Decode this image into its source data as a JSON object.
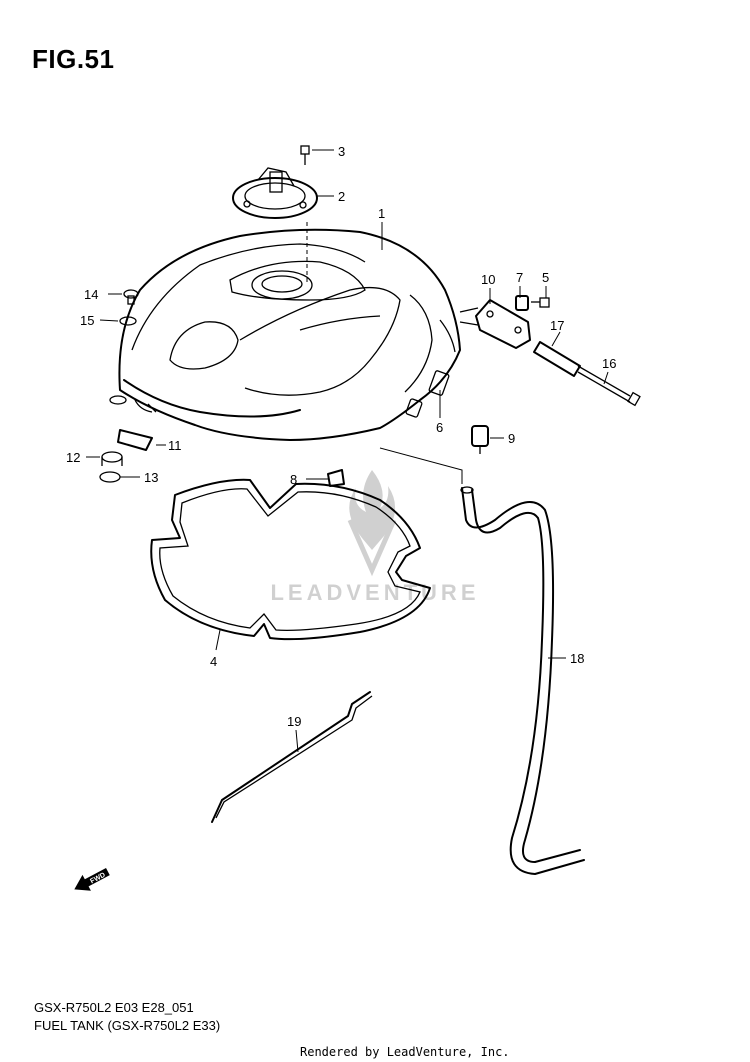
{
  "figure": {
    "title": "FIG.51",
    "watermark": "LEADVENTURE",
    "direction_label": "FWD"
  },
  "callouts": [
    {
      "id": "c1",
      "label": "1"
    },
    {
      "id": "c2",
      "label": "2"
    },
    {
      "id": "c3",
      "label": "3"
    },
    {
      "id": "c4",
      "label": "4"
    },
    {
      "id": "c5",
      "label": "5"
    },
    {
      "id": "c6",
      "label": "6"
    },
    {
      "id": "c7",
      "label": "7"
    },
    {
      "id": "c8",
      "label": "8"
    },
    {
      "id": "c9",
      "label": "9"
    },
    {
      "id": "c10",
      "label": "10"
    },
    {
      "id": "c11",
      "label": "11"
    },
    {
      "id": "c12",
      "label": "12"
    },
    {
      "id": "c13",
      "label": "13"
    },
    {
      "id": "c14",
      "label": "14"
    },
    {
      "id": "c15",
      "label": "15"
    },
    {
      "id": "c16",
      "label": "16"
    },
    {
      "id": "c17",
      "label": "17"
    },
    {
      "id": "c18",
      "label": "18"
    },
    {
      "id": "c19",
      "label": "19"
    }
  ],
  "footer": {
    "code": "GSX-R750L2 E03 E28_051",
    "title": "FUEL TANK (GSX-R750L2 E33)",
    "rendered_by": "Rendered by LeadVenture, Inc."
  }
}
